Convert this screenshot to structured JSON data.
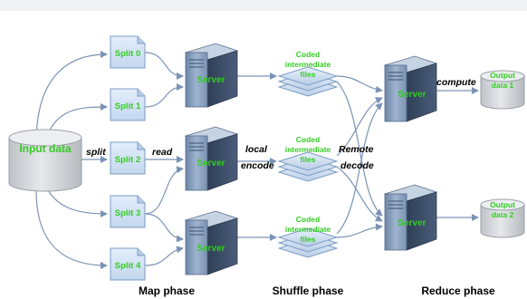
{
  "input": {
    "label": "Input data"
  },
  "splits": [
    {
      "label": "Split 0"
    },
    {
      "label": "Split 1"
    },
    {
      "label": "Split 2"
    },
    {
      "label": "Split 3"
    },
    {
      "label": "Split 4"
    }
  ],
  "map_servers": [
    {
      "label": "Server"
    },
    {
      "label": "Server"
    },
    {
      "label": "Server"
    }
  ],
  "coded_files": [
    {
      "line1": "Coded",
      "line2": "intermediate",
      "line3": "files"
    },
    {
      "line1": "Coded",
      "line2": "intermediate",
      "line3": "files"
    },
    {
      "line1": "Coded",
      "line2": "intermediate",
      "line3": "files"
    }
  ],
  "reduce_servers": [
    {
      "label": "Server"
    },
    {
      "label": "Server"
    }
  ],
  "outputs": [
    {
      "line1": "Output",
      "line2": "data 1"
    },
    {
      "line1": "Output",
      "line2": "data 2"
    }
  ],
  "edge_labels": {
    "split": "split",
    "read": "read",
    "local_line1": "local",
    "local_line2": "encode",
    "remote_line1": "Remote",
    "remote_line2": "decode",
    "compute": "compute"
  },
  "phases": {
    "map": "Map phase",
    "shuffle": "Shuffle phase",
    "reduce": "Reduce phase"
  },
  "colors": {
    "label_green": "#33cc22",
    "arrow": "#7a93b5",
    "doc_fill": "#cfe0f2",
    "doc_stroke": "#7d9cc4",
    "server_front": "#8ea5c2",
    "cylinder_fill": "#d2d5d9"
  }
}
